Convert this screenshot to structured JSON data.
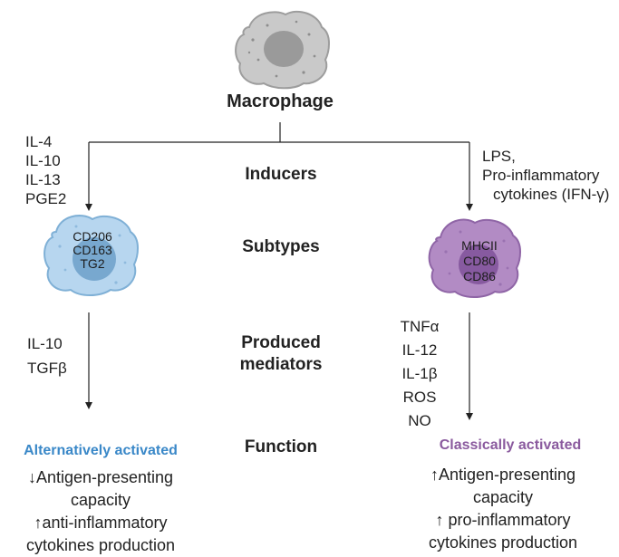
{
  "root": {
    "title": "Macrophage"
  },
  "rows": {
    "inducers": "Inducers",
    "subtypes": "Subtypes",
    "mediators_line1": "Produced",
    "mediators_line2": "mediators",
    "function": "Function"
  },
  "m2": {
    "inducers": [
      "IL-4",
      "IL-10",
      "IL-13",
      "PGE2"
    ],
    "markers": [
      "CD206",
      "CD163",
      "TG2"
    ],
    "mediators": [
      "IL-10",
      "TGFβ"
    ],
    "function_title": "Alternatively activated",
    "function_lines": [
      "↓Antigen-presenting",
      "capacity",
      "↑anti-inflammatory",
      "cytokines production"
    ],
    "color": "#3a88c8"
  },
  "m1": {
    "inducers": [
      "LPS,",
      "Pro-inflammatory",
      "cytokines (IFN-γ)"
    ],
    "markers": [
      "MHCII",
      "CD80",
      "CD86"
    ],
    "mediators": [
      "TNFα",
      "IL-12",
      "IL-1β",
      "ROS",
      "NO"
    ],
    "function_title": "Classically activated",
    "function_lines": [
      "↑Antigen-presenting",
      "capacity",
      "↑ pro-inflammatory",
      "cytokines production"
    ],
    "color": "#8a5a9e"
  }
}
